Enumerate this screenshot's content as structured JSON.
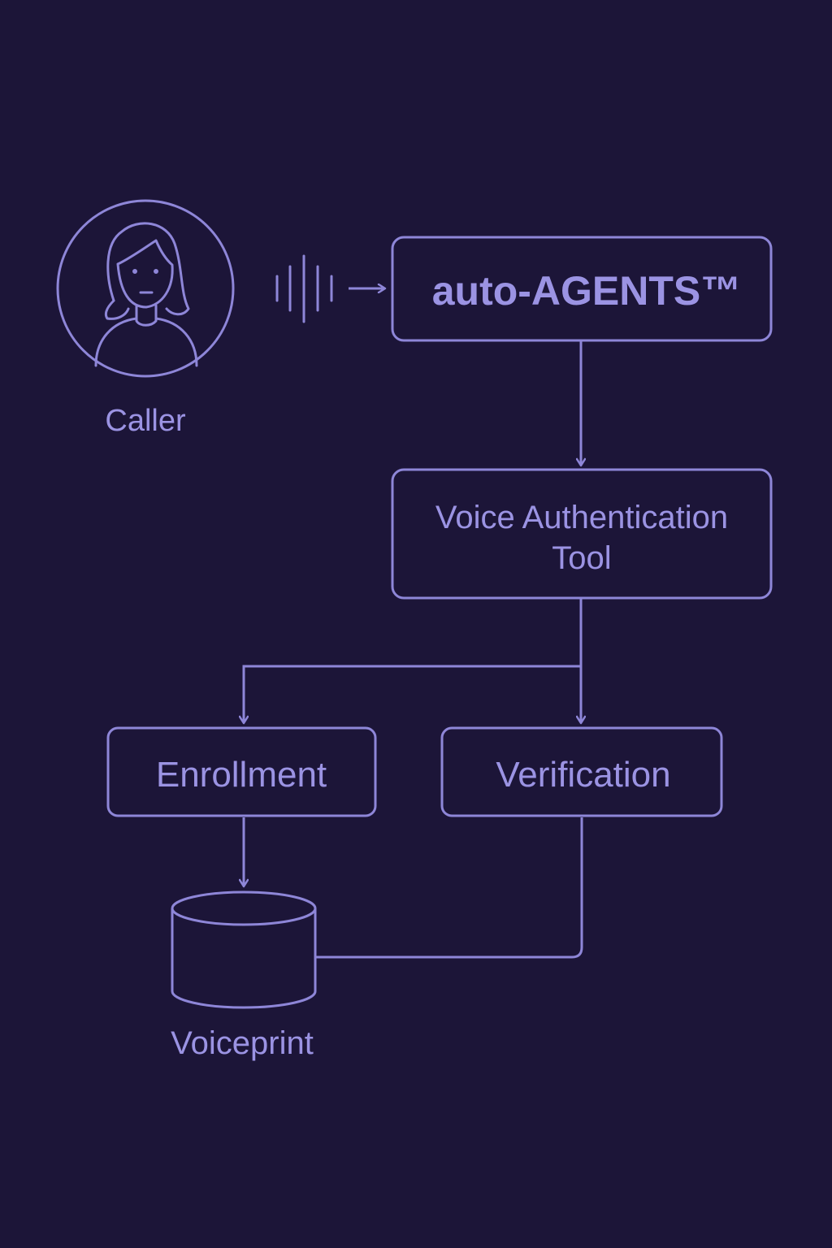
{
  "colors": {
    "background": "#1c1538",
    "stroke": "#8e86d8",
    "text": "#9b93e3"
  },
  "caller": {
    "label": "Caller",
    "icon": "person-avatar-icon"
  },
  "sound_wave_icon": "sound-wave-icon",
  "nodes": {
    "agent": {
      "label": "auto-AGENTS™"
    },
    "voice_auth": {
      "label_line1": "Voice Authentication",
      "label_line2": "Tool"
    },
    "enrollment": {
      "label": "Enrollment"
    },
    "verification": {
      "label": "Verification"
    },
    "voiceprint": {
      "label": "Voiceprint",
      "icon": "database-cylinder-icon"
    }
  }
}
